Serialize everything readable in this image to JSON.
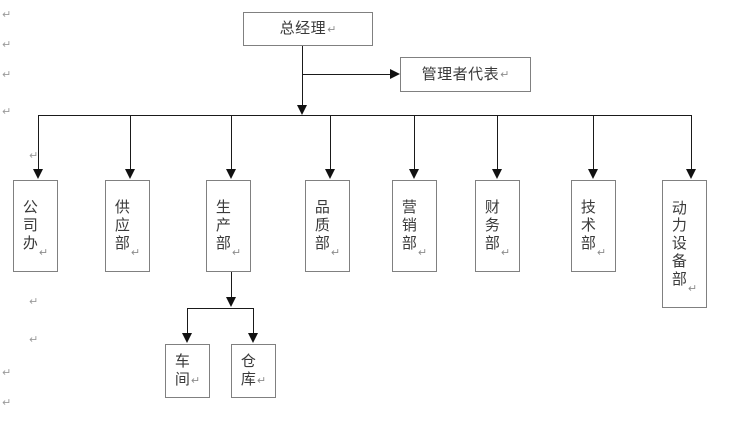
{
  "document": {
    "title": "组织架构图",
    "paragraph_mark": "↵",
    "colors": {
      "box_border": "#808080",
      "connector": "#1a1a1a",
      "text": "#3a3a3a",
      "mark": "#9a9a9a",
      "background": "#ffffff"
    }
  },
  "nodes": {
    "general_manager": {
      "text": "总经理",
      "mark": "↵",
      "orientation": "horizontal"
    },
    "management_rep": {
      "text": "管理者代表",
      "mark": "↵",
      "orientation": "horizontal"
    }
  },
  "departments": [
    {
      "text": "公\n司\n办",
      "mark": "↵",
      "name": "company-office"
    },
    {
      "text": "供\n应\n部",
      "mark": "↵",
      "name": "supply-dept"
    },
    {
      "text": "生\n产\n部",
      "mark": "↵",
      "name": "production-dept"
    },
    {
      "text": "品\n质\n部",
      "mark": "↵",
      "name": "quality-dept"
    },
    {
      "text": "营\n销\n部",
      "mark": "↵",
      "name": "marketing-dept"
    },
    {
      "text": "财\n务\n部",
      "mark": "↵",
      "name": "finance-dept"
    },
    {
      "text": "技\n术\n部",
      "mark": "↵",
      "name": "technology-dept"
    },
    {
      "text": "动\n力\n设\n备\n部",
      "mark": "↵",
      "name": "power-equipment-dept"
    }
  ],
  "sub_units": [
    {
      "text": "车\n间",
      "mark": "↵",
      "name": "workshop"
    },
    {
      "text": "仓\n库",
      "mark": "↵",
      "name": "warehouse"
    }
  ],
  "margin_marks": [
    {
      "mark": "↵"
    },
    {
      "mark": "↵"
    },
    {
      "mark": "↵"
    },
    {
      "mark": "↵"
    },
    {
      "mark": "↵"
    },
    {
      "mark": "↵"
    },
    {
      "mark": "↵"
    },
    {
      "mark": "↵"
    },
    {
      "mark": "↵"
    }
  ]
}
